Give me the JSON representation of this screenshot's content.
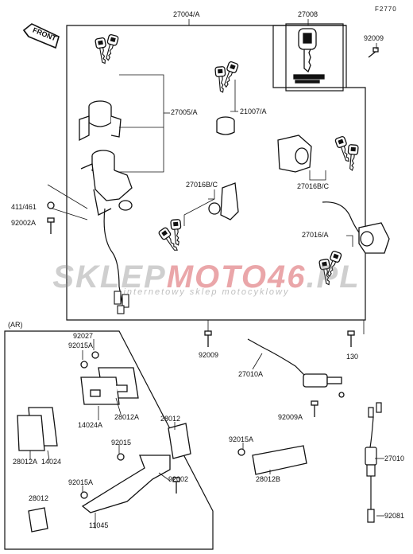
{
  "figure_code": "F2770",
  "front_label": "FRONT",
  "ar_label": "(AR)",
  "watermark": {
    "brand_gray": "SKLEP",
    "brand_red": "MOTO46",
    "brand_suffix": ".PL",
    "tagline": "internetowy sklep motocyklowy",
    "colors": {
      "gray": "#9a9a9a",
      "red": "#c8141e"
    }
  },
  "labels": {
    "p27004A": "27004/A",
    "p27008": "27008",
    "p92009_top": "92009",
    "p27005A": "27005/A",
    "p21007A": "21007/A",
    "p27016BC_mid": "27016B/C",
    "p27016BC_right": "27016B/C",
    "p27016A": "27016/A",
    "p411": "411/461",
    "p92002A": "92002A",
    "p92009_left": "92009",
    "p130": "130",
    "p27010A": "27010A",
    "p92009A": "92009A",
    "p92027": "92027",
    "p92015A_top": "92015A",
    "p14024A": "14024A",
    "p28012A_mid": "28012A",
    "p28012_mid": "28012",
    "p28012A_left": "28012A",
    "p14024": "14024",
    "p92015": "92015",
    "p92015A_low": "92015A",
    "p92002": "92002",
    "p28012_low": "28012",
    "p11045": "11045",
    "p92015A_right": "92015A",
    "p28012B": "28012B",
    "p27010": "27010",
    "p92081": "92081"
  }
}
